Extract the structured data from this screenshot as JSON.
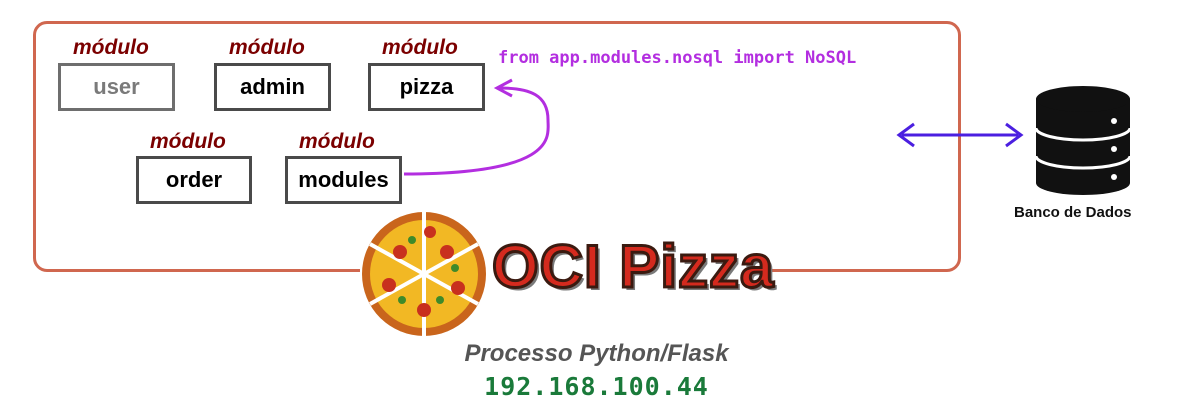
{
  "modules": [
    {
      "tag": "módulo",
      "label": "user"
    },
    {
      "tag": "módulo",
      "label": "admin"
    },
    {
      "tag": "módulo",
      "label": "pizza"
    },
    {
      "tag": "módulo",
      "label": "order"
    },
    {
      "tag": "módulo",
      "label": "modules"
    }
  ],
  "code_line": "from app.modules.nosql import NoSQL",
  "database": {
    "label": "Banco de Dados",
    "icon": "database-icon"
  },
  "logo": {
    "text": "OCI Pizza",
    "icon": "pizza-icon"
  },
  "process_label": "Processo Python/Flask",
  "ip_address": "192.168.100.44",
  "colors": {
    "frame": "#d0674f",
    "module_tag": "#7b0000",
    "code": "#b32ee0",
    "arrow_db": "#4b1fe0",
    "ip": "#1a7a3a"
  }
}
